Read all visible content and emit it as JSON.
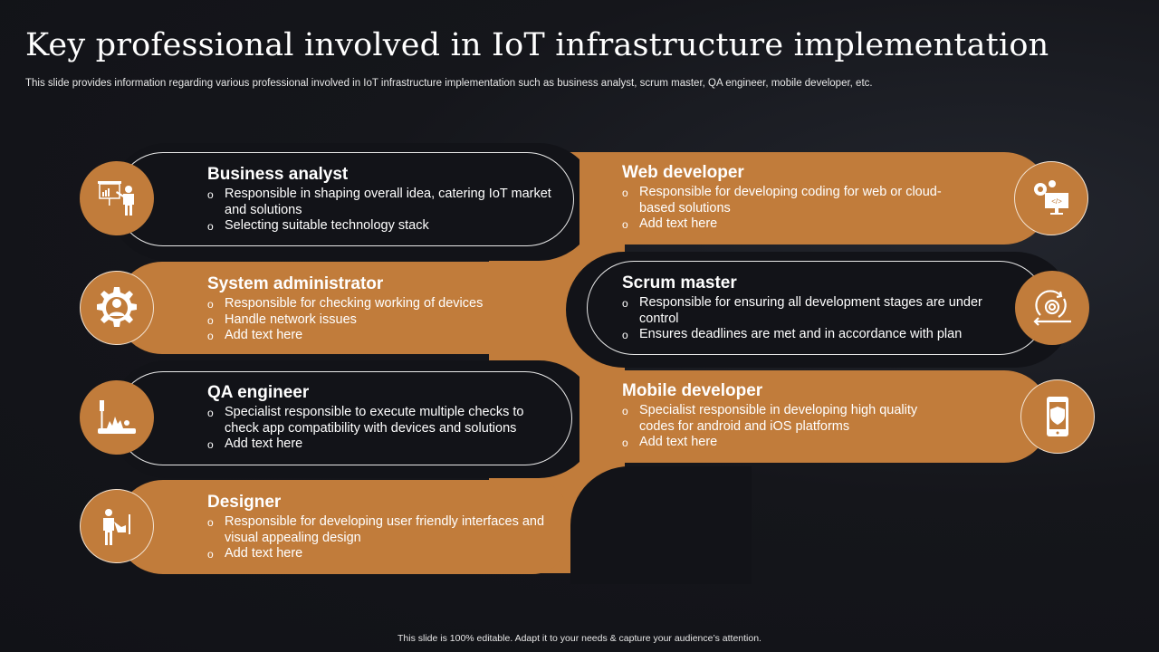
{
  "slide": {
    "title": "Key professional involved in IoT infrastructure implementation",
    "subtitle": "This slide provides information regarding various professional involved in IoT infrastructure implementation such as business analyst, scrum master, QA engineer, mobile developer, etc.",
    "footer": "This slide is 100% editable.  Adapt it to your needs & capture your audience’s attention."
  },
  "colors": {
    "accent": "#c17c3b",
    "background": "#121318",
    "text": "#ffffff"
  },
  "left": [
    {
      "title": "Business analyst",
      "icon": "presentation-icon",
      "bullets": [
        "Responsible in shaping overall idea, catering IoT market and solutions",
        "Selecting suitable technology stack"
      ]
    },
    {
      "title": "System administrator",
      "icon": "gear-person-icon",
      "bullets": [
        "Responsible for checking working of devices",
        "Handle network issues",
        "Add text here"
      ]
    },
    {
      "title": "QA engineer",
      "icon": "testing-tools-icon",
      "bullets": [
        "Specialist responsible to execute multiple checks to check app compatibility with devices and solutions",
        "Add text here"
      ]
    },
    {
      "title": "Designer",
      "icon": "designer-icon",
      "bullets": [
        "Responsible for developing user friendly interfaces and visual appealing design",
        "Add text here"
      ]
    }
  ],
  "right": [
    {
      "title": "Web developer",
      "icon": "web-code-icon",
      "bullets": [
        "Responsible for developing coding for web or cloud-based solutions",
        "Add text here"
      ]
    },
    {
      "title": "Scrum master",
      "icon": "agile-cycle-icon",
      "bullets": [
        "Responsible for ensuring all development stages are under control",
        "Ensures deadlines are met and in accordance with plan"
      ]
    },
    {
      "title": "Mobile developer",
      "icon": "mobile-security-icon",
      "bullets": [
        "Specialist responsible in developing high quality codes for android and iOS platforms",
        "Add text here"
      ]
    }
  ]
}
